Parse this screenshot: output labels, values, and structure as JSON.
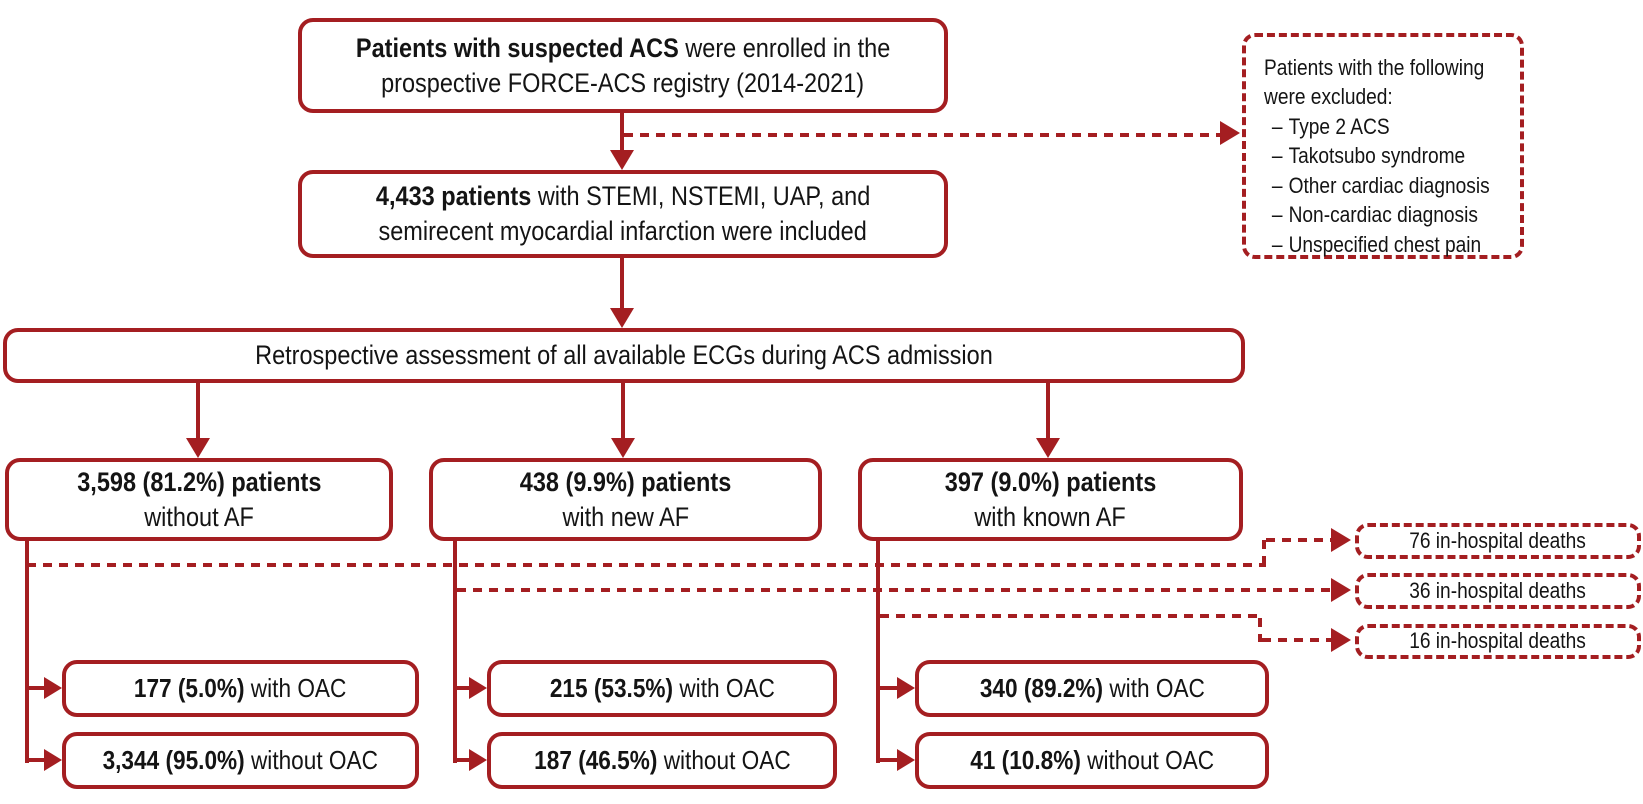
{
  "palette": {
    "red": "#a41e21",
    "text": "#141414",
    "bg": "#ffffff"
  },
  "enrollment_box": {
    "line1_bold": "Patients with suspected ACS",
    "line1_rest": " were enrolled in the",
    "line2": "prospective FORCE-ACS registry (2014-2021)"
  },
  "included_box": {
    "line1_bold": "4,433 patients",
    "line1_rest": " with STEMI, NSTEMI, UAP, and",
    "line2": "semirecent myocardial infarction were included"
  },
  "excluded_box": {
    "title_line1": "Patients with the following",
    "title_line2": "were excluded:",
    "dash": "–",
    "items": [
      "Type 2 ACS",
      "Takotsubo syndrome",
      "Other cardiac diagnosis",
      "Non-cardiac diagnosis",
      "Unspecified chest pain"
    ]
  },
  "ecg_box": {
    "text": "Retrospective assessment of all available ECGs during ACS admission"
  },
  "groups": [
    {
      "count_bold": "3,598 (81.2%) patients",
      "label": "without AF",
      "deaths_label": "76 in-hospital deaths",
      "oac_bold": "177 (5.0%)",
      "oac_rest": " with OAC",
      "no_oac_bold": "3,344 (95.0%)",
      "no_oac_rest": " without OAC"
    },
    {
      "count_bold": "438 (9.9%) patients",
      "label": "with new AF",
      "deaths_label": "36 in-hospital deaths",
      "oac_bold": "215 (53.5%)",
      "oac_rest": " with OAC",
      "no_oac_bold": "187 (46.5%)",
      "no_oac_rest": " without OAC"
    },
    {
      "count_bold": "397 (9.0%) patients",
      "label": "with known AF",
      "deaths_label": "16 in-hospital deaths",
      "oac_bold": "340 (89.2%)",
      "oac_rest": " with OAC",
      "no_oac_bold": "41 (10.8%)",
      "no_oac_rest": " without OAC"
    }
  ]
}
